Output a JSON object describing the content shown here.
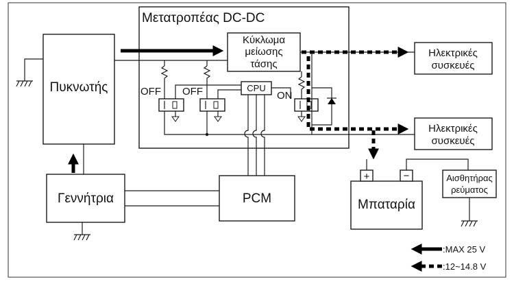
{
  "converter": {
    "title": "Μετατροπέας DC-DC"
  },
  "step_down": {
    "line1": "Κύκλωμα",
    "line2": "μείωσης",
    "line3": "τάσης"
  },
  "capacitor": {
    "label": "Πυκνωτής"
  },
  "generator": {
    "label": "Γεννήτρια"
  },
  "pcm": {
    "label": "PCM"
  },
  "cpu": {
    "label": "CPU"
  },
  "battery": {
    "label": "Μπαταρία",
    "plus": "+",
    "minus": "−"
  },
  "current_sensor": {
    "line1": "Αισθητήρας",
    "line2": "ρεύματος"
  },
  "loads": [
    {
      "line1": "Ηλεκτρικές",
      "line2": "συσκευές"
    },
    {
      "line1": "Ηλεκτρικές",
      "line2": "συσκευές"
    }
  ],
  "switches": {
    "s1": "OFF",
    "s2": "OFF",
    "s3": "ON"
  },
  "legend": {
    "solid": ":MAX 25 V",
    "dashed": ":12~14.8 V"
  }
}
